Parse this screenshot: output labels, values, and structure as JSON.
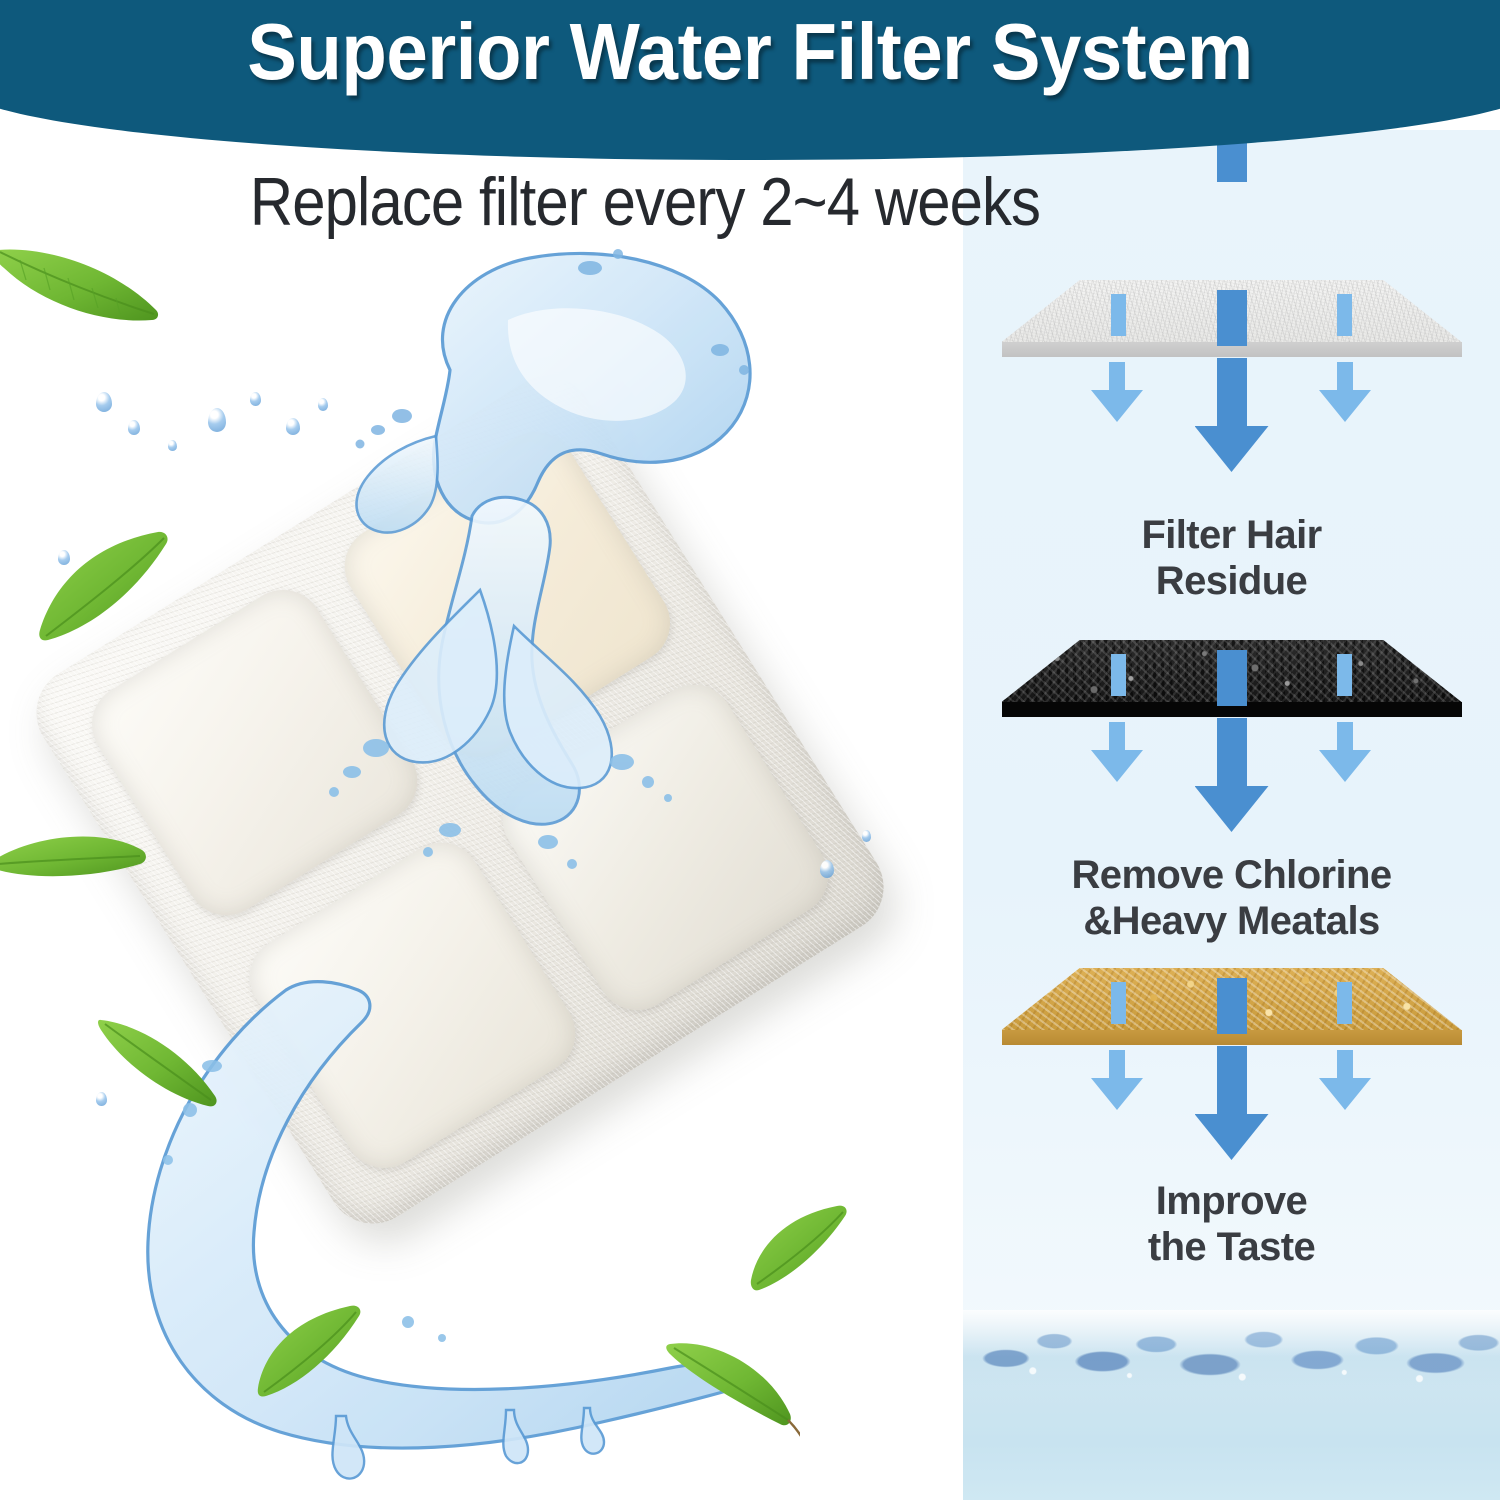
{
  "header": {
    "title": "Superior Water Filter System",
    "band_color": "#0e597c",
    "title_color": "#ffffff"
  },
  "subtitle": {
    "text": "Replace filter every 2~4 weeks",
    "color": "#26292e"
  },
  "left_panel": {
    "product_name": "quilted-cotton-water-filter-pad",
    "decor": {
      "leaf_color": "#77c23f",
      "water_color": "#6ba8dd"
    }
  },
  "right_panel": {
    "background_color": "#e7f3fb",
    "arrow_dark_color": "#4a8fd0",
    "arrow_light_color": "#7cb9ea",
    "label_color": "#3a3d42",
    "layers": [
      {
        "id": "cotton",
        "name": "white-cotton-layer",
        "color": "#ededea",
        "edge_color": "#c8c8c8",
        "label": "Filter Hair\nResidue",
        "label_line1": "Filter Hair",
        "label_line2": "Residue"
      },
      {
        "id": "carbon",
        "name": "activated-carbon-layer",
        "color": "#1c1c1c",
        "edge_color": "#060606",
        "label": "Remove Chlorine\n&Heavy Meatals",
        "label_line1": "Remove Chlorine",
        "label_line2": "&Heavy Meatals"
      },
      {
        "id": "resin",
        "name": "ion-exchange-resin-layer",
        "color": "#d4a340",
        "edge_color": "#c09440",
        "label": "Improve\nthe Taste",
        "label_line1": "Improve",
        "label_line2": "the Taste"
      }
    ],
    "water_photo": {
      "name": "clean-water-surface",
      "color": "#c8e3f0"
    }
  }
}
